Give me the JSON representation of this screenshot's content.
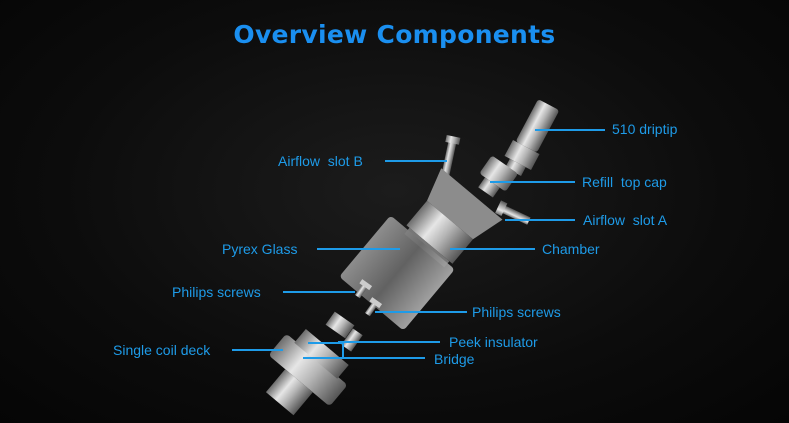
{
  "title": "Overview Components",
  "accent_color": "#1e9be8",
  "labels": {
    "driptip": "510 driptip",
    "airflow_b": "Airflow  slot B",
    "refill_cap": "Refill  top cap",
    "airflow_a": "Airflow  slot A",
    "pyrex": "Pyrex Glass",
    "chamber": "Chamber",
    "screws_left": "Philips screws",
    "screws_right": "Philips screws",
    "peek": "Peek insulator",
    "deck": "Single coil deck",
    "bridge": "Bridge"
  }
}
